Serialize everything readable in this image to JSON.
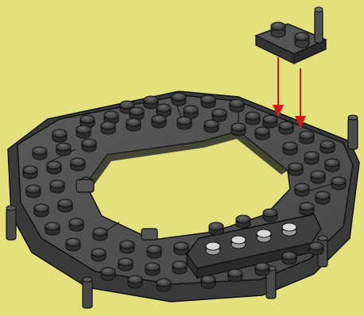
{
  "illustration": {
    "subject": "lego-instruction-step",
    "background_color": "#E3E17E",
    "brick_color": "#4D4D4D",
    "brick_light": "#6B6B6B",
    "brick_dark": "#2B2B2B",
    "outline_color": "#111111",
    "highlight_brick_color": "#3F3F3F",
    "highlight_stud_color": "#D8D8D8",
    "arrow_color": "#D01A1A",
    "arrow_count": 2,
    "new_part": "plate-1x2-dark-gray"
  }
}
